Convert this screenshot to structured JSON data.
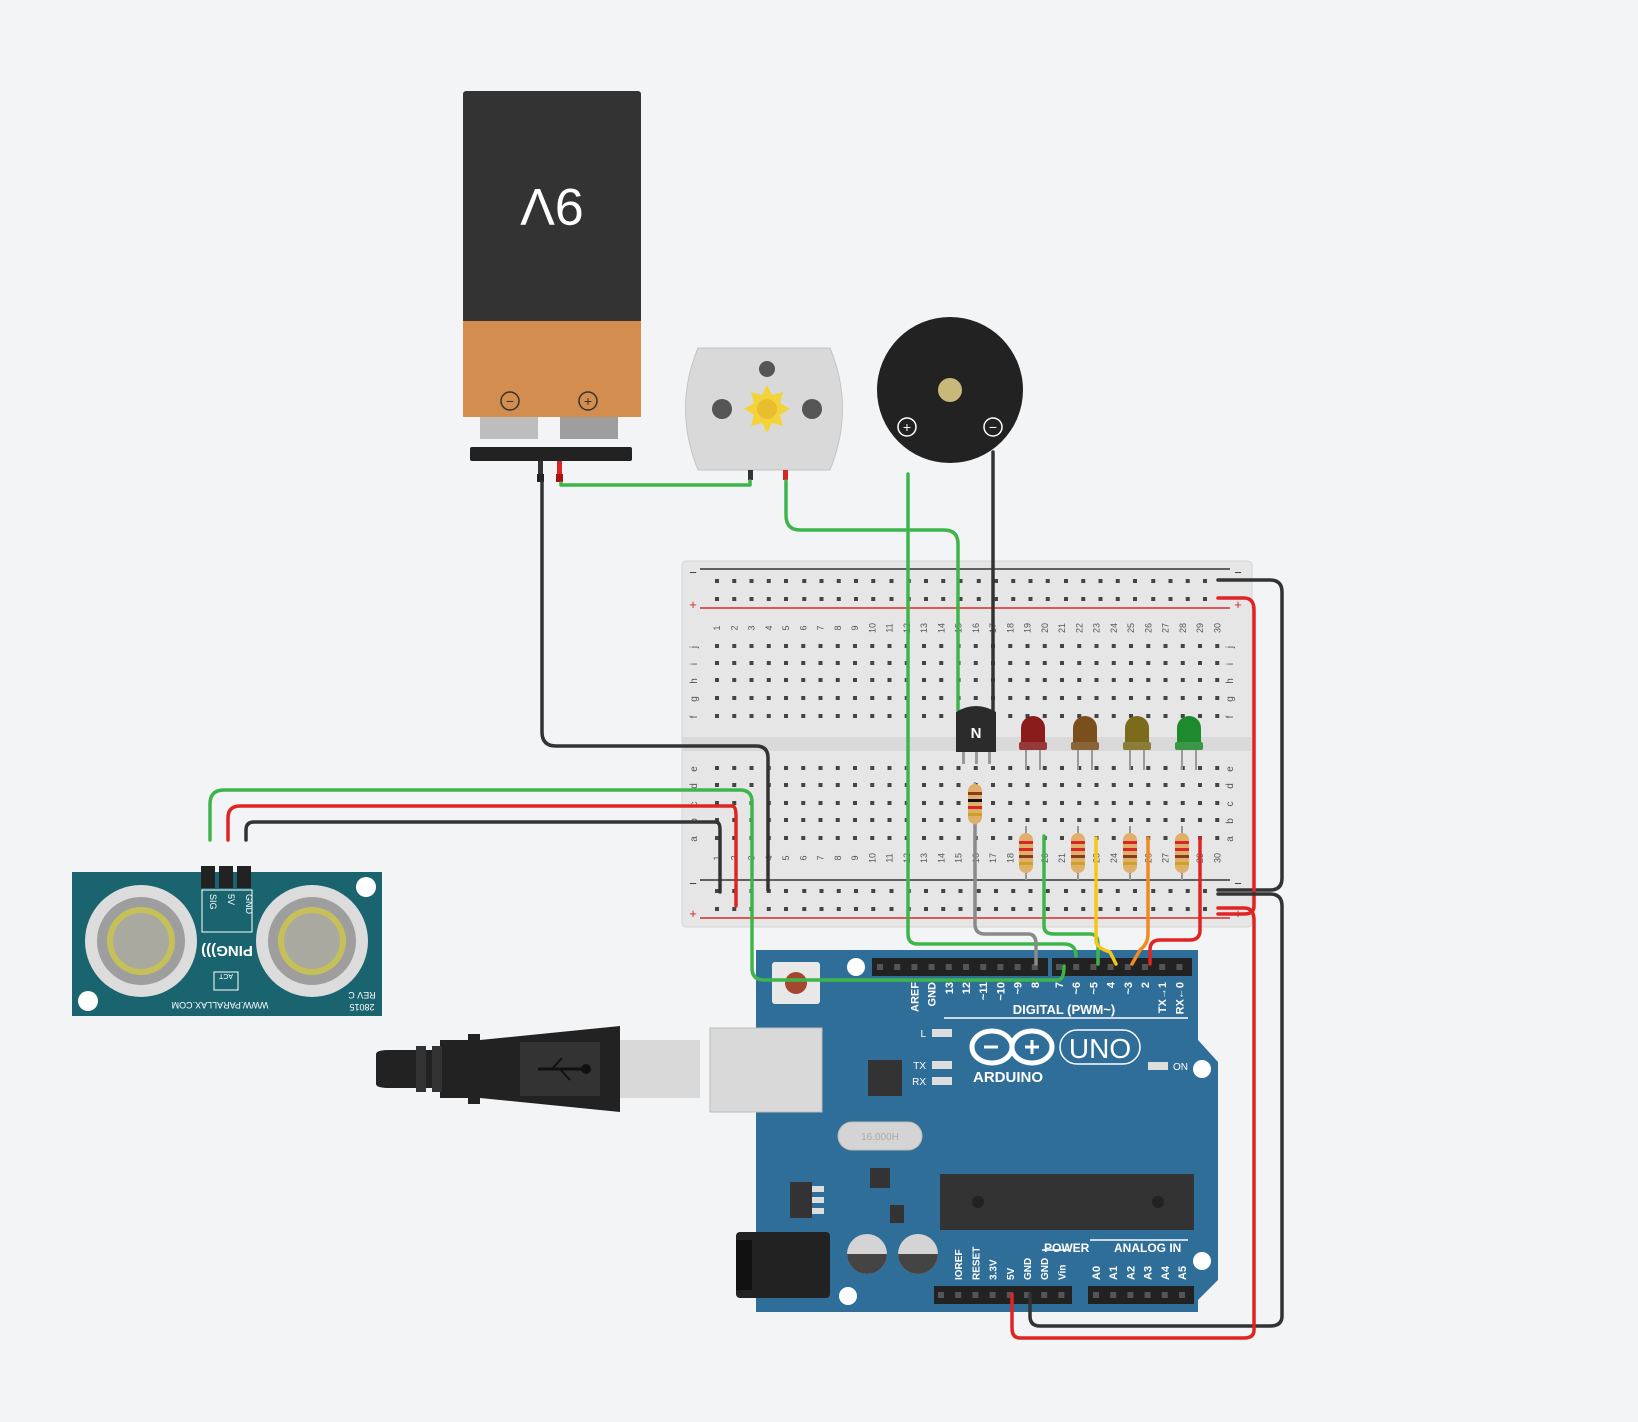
{
  "battery": {
    "label": "9V",
    "minus_symbol": "−",
    "plus_symbol": "+"
  },
  "buzzer": {
    "plus_symbol": "+",
    "minus_symbol": "−"
  },
  "transistor": {
    "label": "N"
  },
  "breadboard": {
    "rail_minus": "−",
    "rail_plus": "+",
    "row_letters_top": [
      "j",
      "i",
      "h",
      "g",
      "f"
    ],
    "row_letters_bottom": [
      "e",
      "d",
      "c",
      "b",
      "a"
    ],
    "columns": [
      "1",
      "2",
      "3",
      "4",
      "5",
      "6",
      "7",
      "8",
      "9",
      "10",
      "11",
      "12",
      "13",
      "14",
      "15",
      "16",
      "17",
      "18",
      "19",
      "20",
      "21",
      "22",
      "23",
      "24",
      "25",
      "26",
      "27",
      "28",
      "29",
      "30"
    ]
  },
  "ping_sensor": {
    "pins": [
      "SIG",
      "5V",
      "GND"
    ],
    "brand": "PING)))",
    "website": "WWW.PARALLAX.COM",
    "part": "28015",
    "revision": "REV C",
    "act_label": "ACT"
  },
  "arduino": {
    "digital_pins": [
      "AREF",
      "GND",
      "13",
      "12",
      "~11",
      "~10",
      "~9",
      "8",
      "7",
      "~6",
      "~5",
      "4",
      "~3",
      "2",
      "TX→1",
      "RX←0"
    ],
    "digital_label": "DIGITAL (PWM~)",
    "led_labels": [
      "L",
      "TX",
      "RX"
    ],
    "brand": "ARDUINO",
    "model": "UNO",
    "on_label": "ON",
    "crystal": "16.000H",
    "power_label": "POWER",
    "power_pins": [
      "IOREF",
      "RESET",
      "3.3V",
      "5V",
      "GND",
      "GND",
      "Vin"
    ],
    "analog_label": "ANALOG IN",
    "analog_pins": [
      "A0",
      "A1",
      "A2",
      "A3",
      "A4",
      "A5"
    ]
  },
  "leds": [
    {
      "color": "#8b1c1c"
    },
    {
      "color": "#7a4f1c"
    },
    {
      "color": "#7d6b1c"
    },
    {
      "color": "#1d8a2e"
    }
  ],
  "wire_colors": {
    "green": "#3db54a",
    "red": "#e02424",
    "black": "#333333",
    "gray": "#8a8a8a",
    "yellow": "#f5c518",
    "orange": "#f08a24"
  }
}
